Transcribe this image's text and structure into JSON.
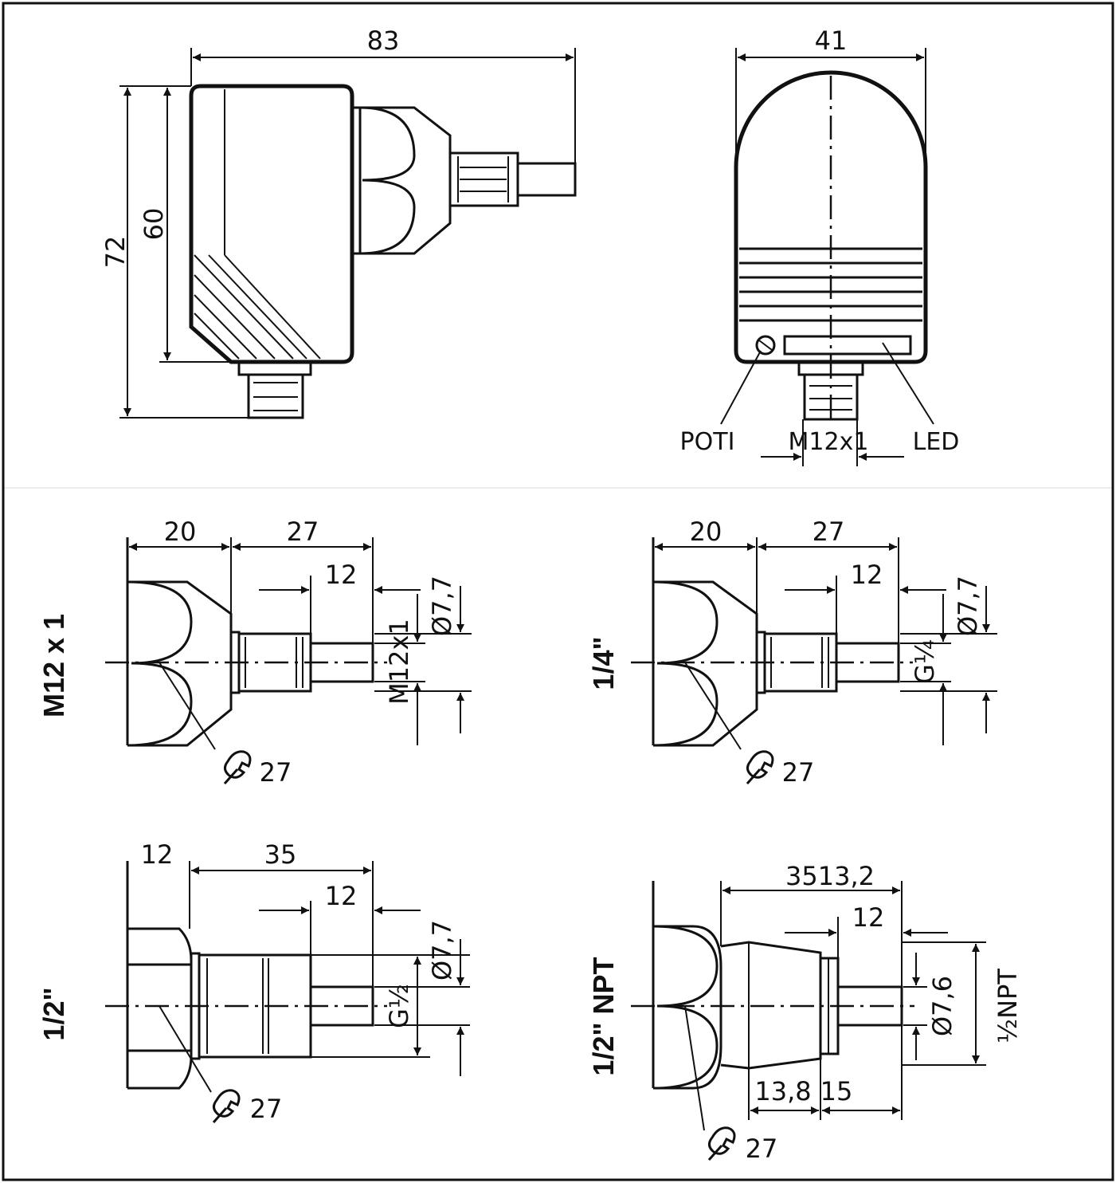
{
  "top_left": {
    "dim_width": "83",
    "dim_height_outer": "72",
    "dim_height_inner": "60"
  },
  "top_right": {
    "dim_width": "41",
    "label_poti": "POTI",
    "label_thread": "M12x1",
    "label_led": "LED"
  },
  "variant_m12": {
    "section_label": "M12 x 1",
    "dim_a": "20",
    "dim_b": "27",
    "dim_c": "12",
    "dim_diameter": "Ø7,7",
    "thread": "M12x1",
    "wrench": "27"
  },
  "variant_quarter": {
    "section_label": "1/4\"",
    "dim_a": "20",
    "dim_b": "27",
    "dim_c": "12",
    "dim_diameter": "Ø7,7",
    "thread": "G¼",
    "wrench": "27"
  },
  "variant_half": {
    "section_label": "1/2\"",
    "dim_a": "12",
    "dim_b": "35",
    "dim_c": "12",
    "dim_diameter": "Ø7,7",
    "thread": "G½",
    "wrench": "27"
  },
  "variant_npt": {
    "section_label": "1/2\" NPT",
    "dim_a": "3513,2",
    "dim_c": "12",
    "dim_diameter": "Ø7,6",
    "thread": "½NPT",
    "dim_d": "13,8",
    "dim_e": "15",
    "wrench": "27"
  },
  "colors": {
    "line": "#111111",
    "background": "#ffffff"
  }
}
